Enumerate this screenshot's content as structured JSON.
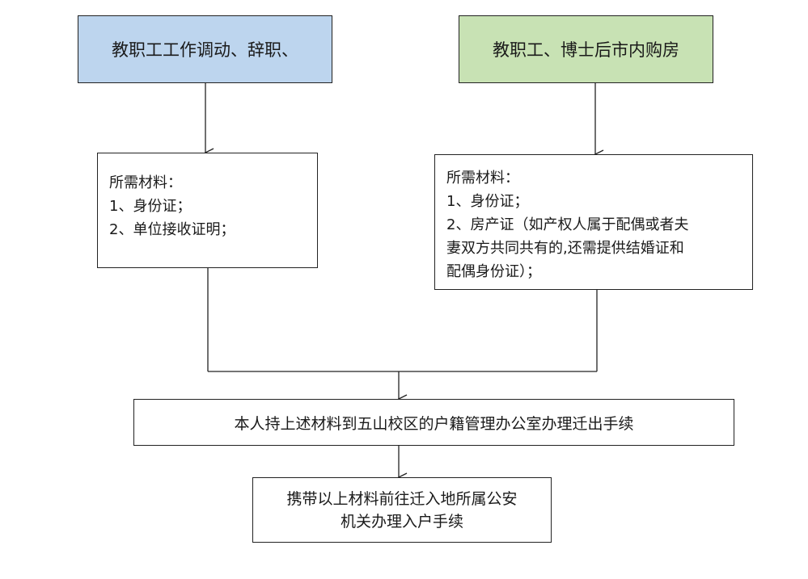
{
  "left_branch": {
    "title": "教职工工作调动、辞职、",
    "materials_heading": "所需材料：",
    "materials": [
      "1、身份证；",
      "2、单位接收证明；"
    ]
  },
  "right_branch": {
    "title": "教职工、博士后市内购房",
    "materials_heading": "所需材料：",
    "materials": [
      "1、身份证；",
      "2、房产证（如产权人属于配偶或者夫",
      "妻双方共同共有的,还需提供结婚证和",
      "配偶身份证）；"
    ]
  },
  "step1": {
    "text": "本人持上述材料到五山校区的户籍管理办公室办理迁出手续"
  },
  "step2": {
    "line1": "携带以上材料前往迁入地所属公安",
    "line2": "机关办理入户手续"
  },
  "colors": {
    "left_title_fill": "#bdd5ee",
    "right_title_fill": "#c8e2b4",
    "border": "#222222"
  }
}
